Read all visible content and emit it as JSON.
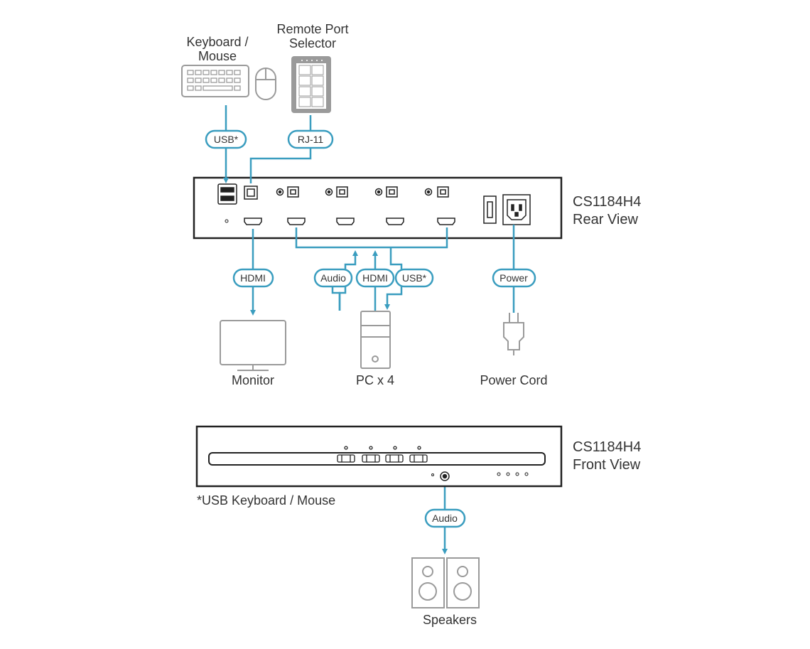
{
  "devices": {
    "keyboard_label": "Keyboard /",
    "keyboard_label_2": "Mouse",
    "remote_label": "Remote Port",
    "remote_label_2": "Selector",
    "monitor_label": "Monitor",
    "pc_label": "PC x 4",
    "power_cord_label": "Power Cord",
    "speakers_label": "Speakers"
  },
  "units": {
    "rear_model": "CS1184H4",
    "rear_view": "Rear View",
    "front_model": "CS1184H4",
    "front_view": "Front View"
  },
  "cables": {
    "usb_kbd": "USB*",
    "rj11": "RJ-11",
    "hdmi_out": "HDMI",
    "audio_in": "Audio",
    "hdmi_in": "HDMI",
    "usb_in": "USB*",
    "power": "Power",
    "audio_out": "Audio"
  },
  "footnote": "*USB Keyboard / Mouse",
  "colors": {
    "cable": "#3a9dbf",
    "device": "#9a9a9a",
    "unit": "#222222"
  }
}
